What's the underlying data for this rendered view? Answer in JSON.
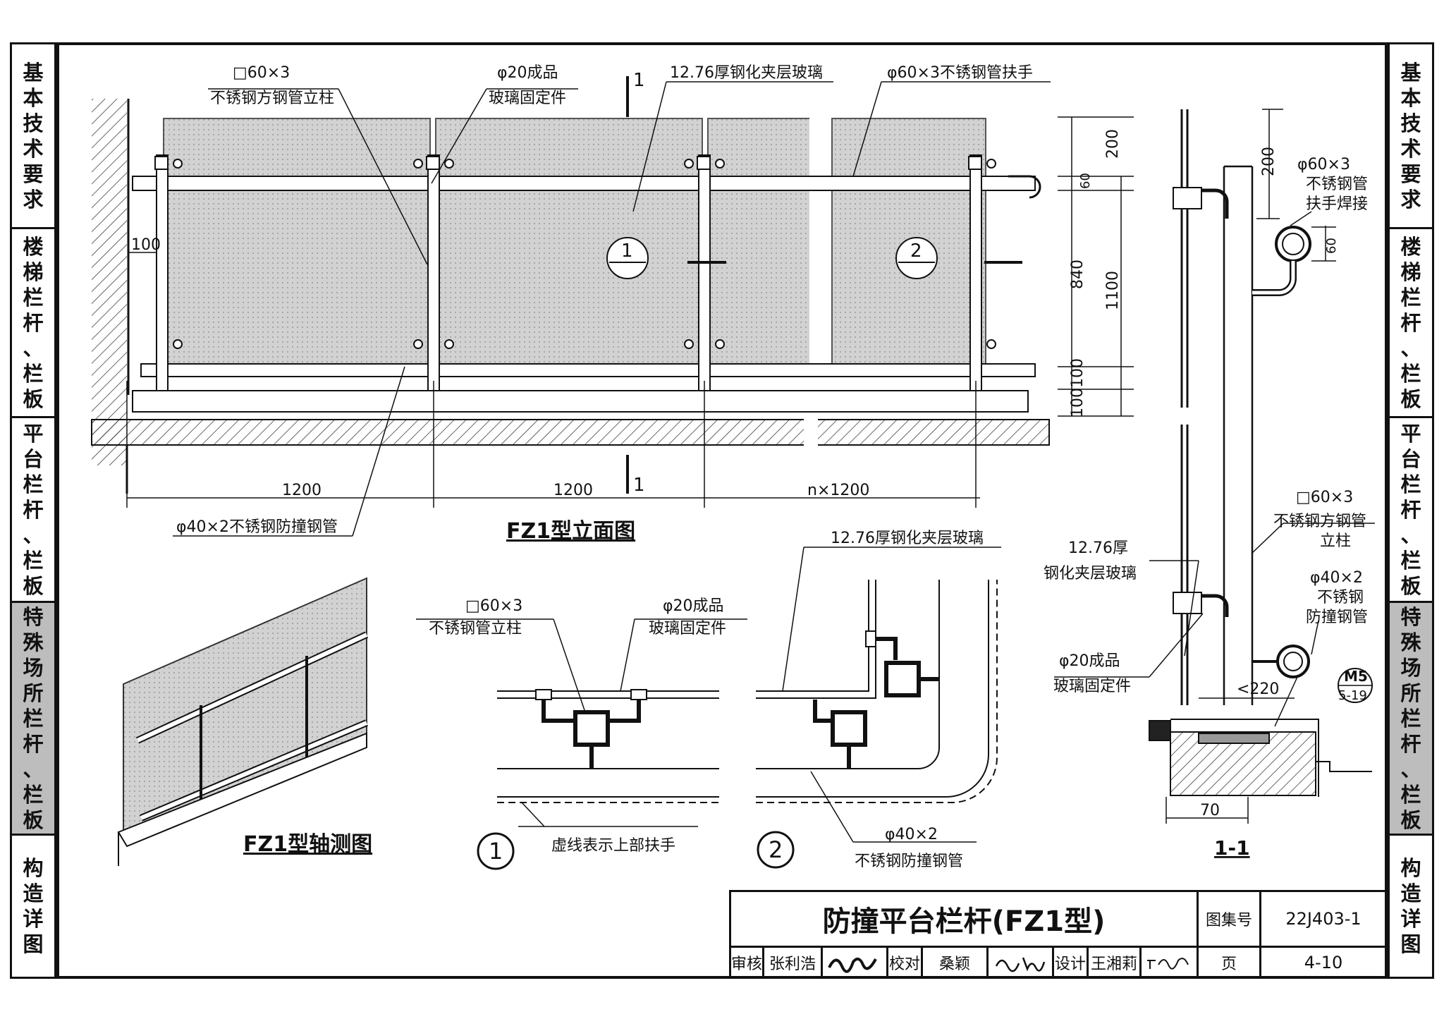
{
  "sidebar": {
    "tabs": [
      {
        "label": "基本技术要求"
      },
      {
        "label": "楼梯栏杆、栏板"
      },
      {
        "label": "平台栏杆、栏板"
      },
      {
        "label": "特殊场所栏杆、栏板",
        "active": true
      },
      {
        "label": "构造详图"
      }
    ]
  },
  "elevation": {
    "title": "FZ1型立面图",
    "label_post": "□60×3",
    "label_post_2": "不锈钢方钢管立柱",
    "label_clip": "φ20成品",
    "label_clip_2": "玻璃固定件",
    "label_glass": "12.76厚钢化夹层玻璃",
    "label_handrail": "φ60×3不锈钢管扶手",
    "label_bumper": "φ40×2不锈钢防撞钢管",
    "section_mark": "1",
    "detail_1": "1",
    "detail_2": "2",
    "dim_100": "100",
    "dim_200": "200",
    "dim_60": "60",
    "dim_840": "840",
    "dim_1100": "1100",
    "dim_100b": "100",
    "dim_100c": "100",
    "span_1": "1200",
    "span_2": "1200",
    "span_3": "n×1200"
  },
  "axonometric": {
    "title": "FZ1型轴测图"
  },
  "detail_one": {
    "circle": "1",
    "label_post": "□60×3",
    "label_post_2": "不锈钢管立柱",
    "label_clip": "φ20成品",
    "label_clip_2": "玻璃固定件",
    "label_dash": "虚线表示上部扶手"
  },
  "detail_two": {
    "circle": "2",
    "label_glass": "12.76厚钢化夹层玻璃",
    "label_bumper": "φ40×2",
    "label_bumper_2": "不锈钢防撞钢管"
  },
  "section": {
    "title": "1-1",
    "dim_200": "200",
    "dim_60": "60",
    "dim_220": "<220",
    "dim_70": "70",
    "label_handrail": "φ60×3",
    "label_handrail_2": "不锈钢管",
    "label_handrail_3": "扶手焊接",
    "label_post": "□60×3",
    "label_post_2": "不锈钢方钢管",
    "label_post_3": "立柱",
    "label_glass": "12.76厚",
    "label_glass_2": "钢化夹层玻璃",
    "label_bumper": "φ40×2",
    "label_bumper_2": "不锈钢",
    "label_bumper_3": "防撞钢管",
    "label_clip": "φ20成品",
    "label_clip_2": "玻璃固定件",
    "ref_top": "M5",
    "ref_bottom": "5-19"
  },
  "title_block": {
    "title": "防撞平台栏杆(FZ1型)",
    "atlas_label": "图集号",
    "atlas_no": "22J403-1",
    "page_label": "页",
    "page_no": "4-10",
    "review_label": "审核",
    "review_name": "张利浩",
    "check_label": "校对",
    "check_name": "桑颖",
    "design_label": "设计",
    "design_name": "王湘莉"
  },
  "colors": {
    "line": "#111111",
    "glass": "#cfcfcf",
    "active_tab": "#bdbdbd"
  }
}
